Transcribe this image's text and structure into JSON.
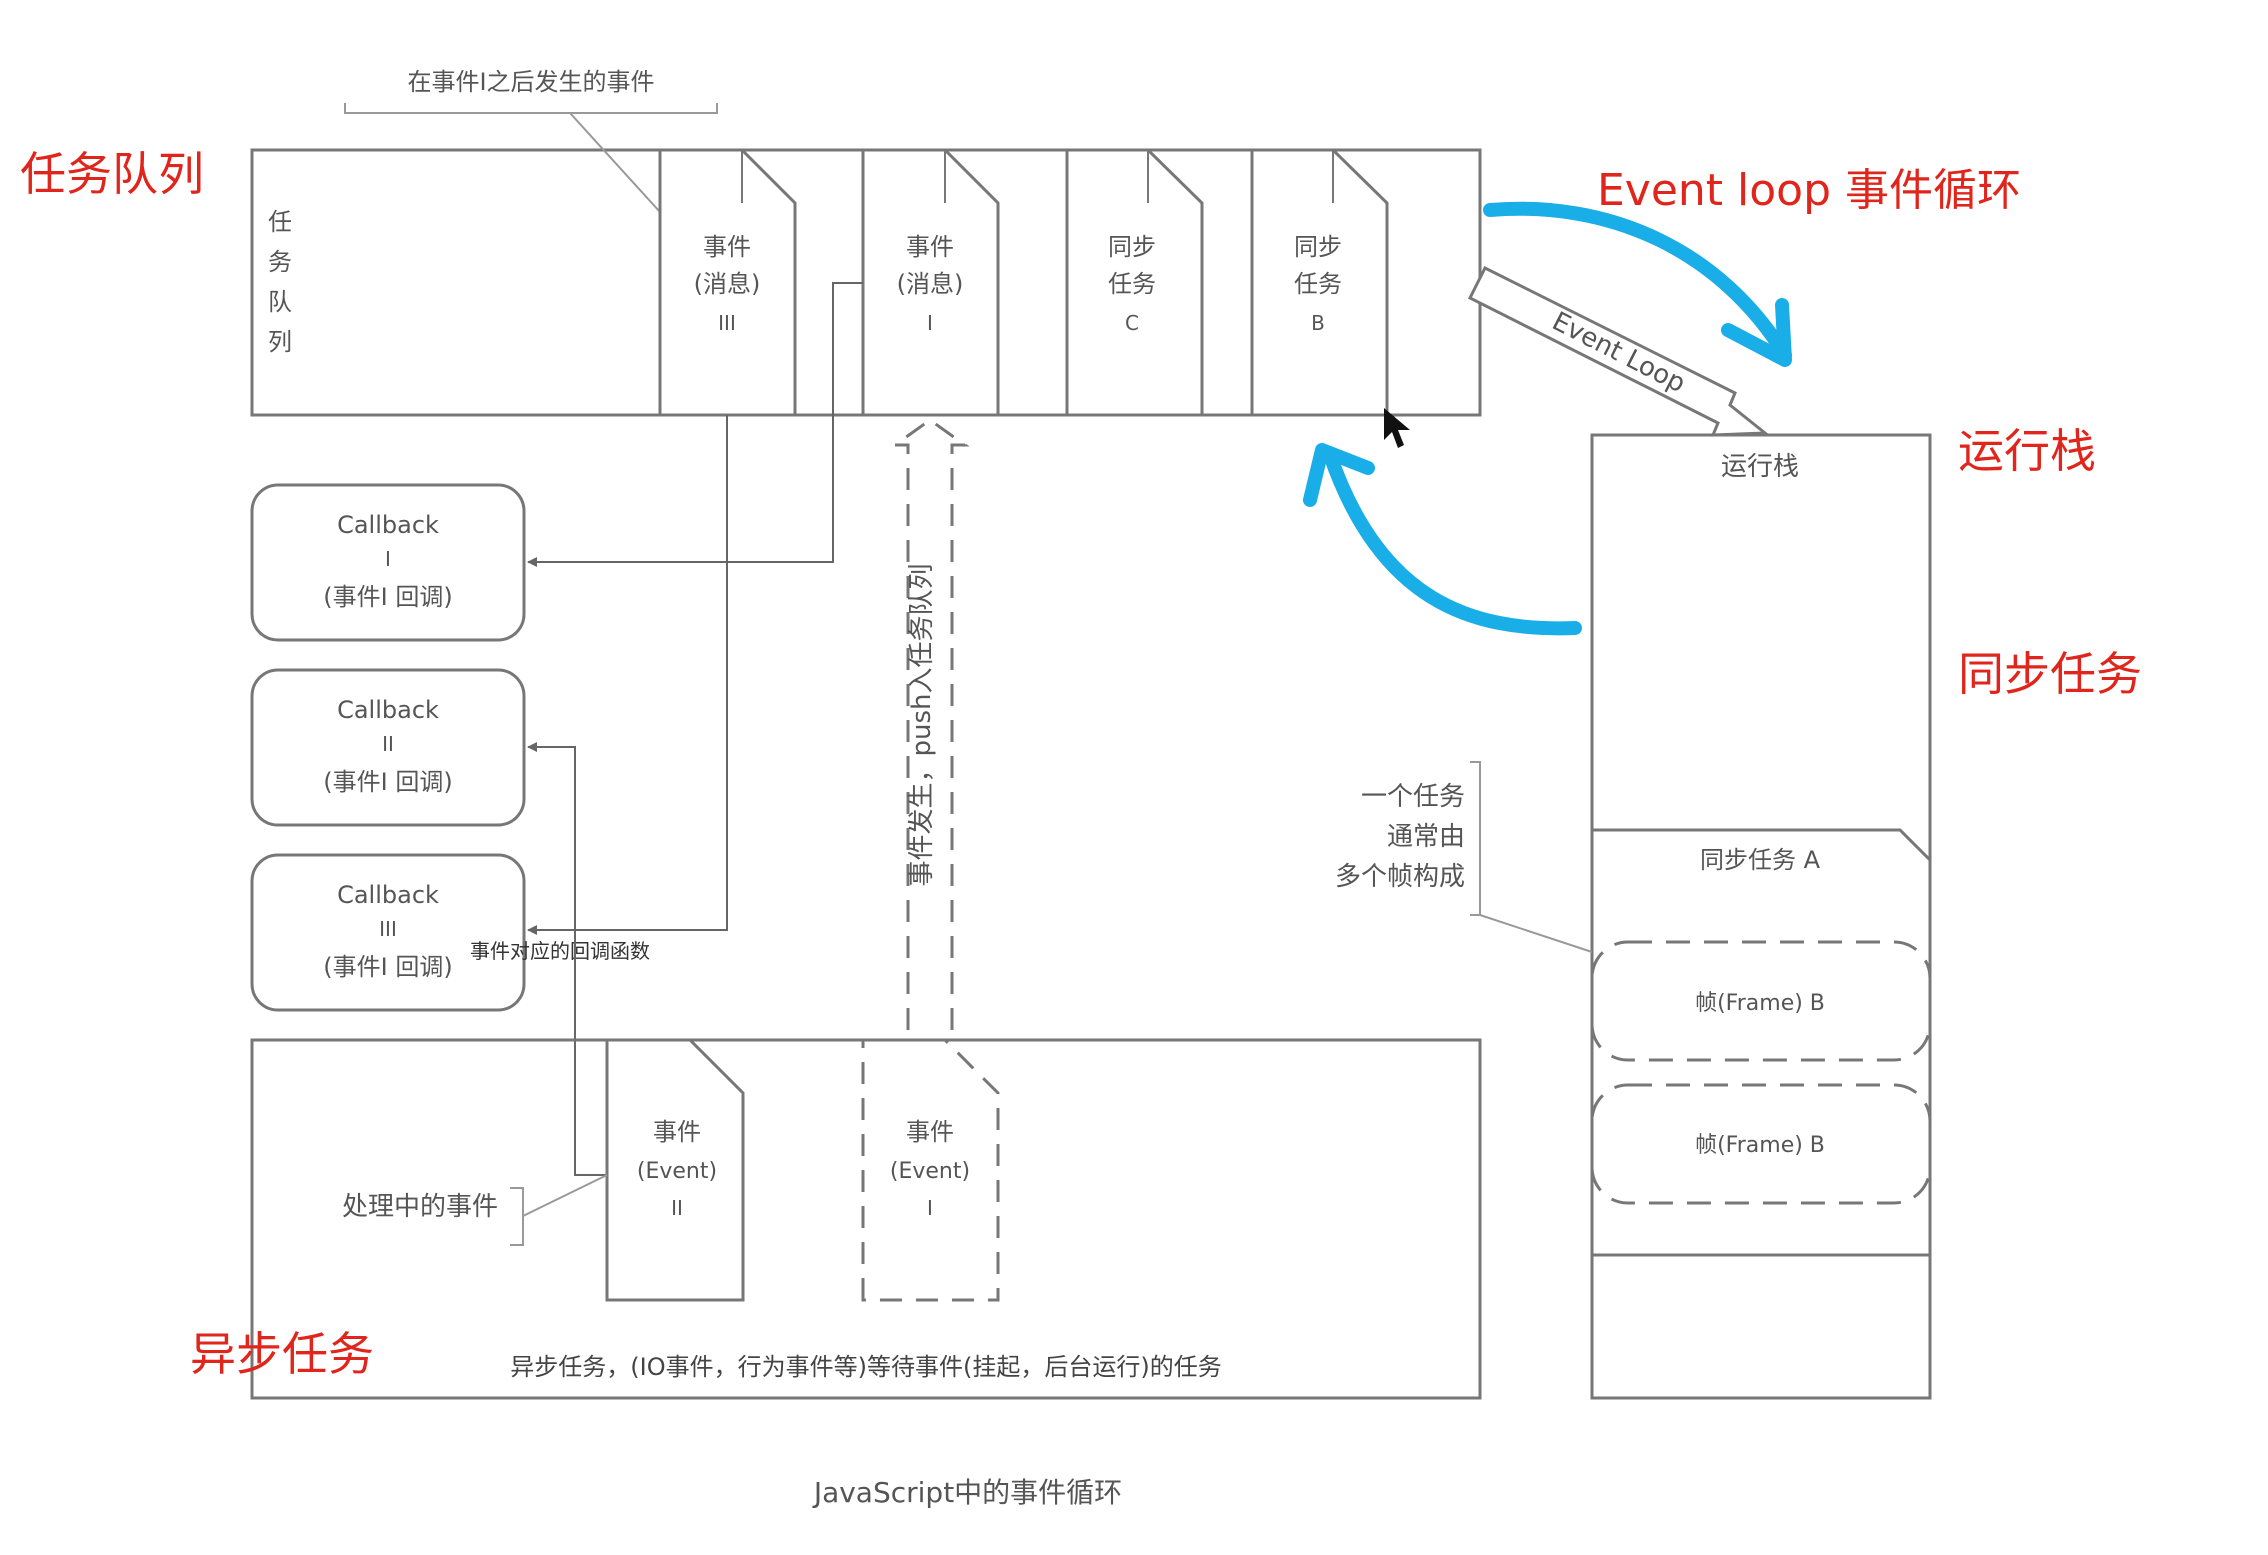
{
  "colors": {
    "annotation_red": "#e0261c",
    "loop_blue": "#1aaee8",
    "line_gray": "#777777",
    "text_gray": "#555555"
  },
  "annotations": {
    "task_queue": "任务队列",
    "event_loop": "Event loop 事件循环",
    "run_stack": "运行栈",
    "sync_tasks": "同步任务",
    "async_tasks": "异步任务"
  },
  "queue": {
    "vertical_label": [
      "任",
      "务",
      "队",
      "列"
    ],
    "after_event_note": "在事件I之后发生的事件",
    "cells": [
      {
        "lines": [
          "事件",
          "(消息)",
          "III"
        ]
      },
      {
        "lines": [
          "事件",
          "(消息)",
          "I"
        ]
      },
      {
        "lines": [
          "同步",
          "任务",
          "C"
        ]
      },
      {
        "lines": [
          "同步",
          "任务",
          "B"
        ]
      }
    ]
  },
  "event_loop_arrow_label": "Event Loop",
  "callbacks": [
    {
      "title": "Callback",
      "id": "I",
      "desc": "(事件I 回调)"
    },
    {
      "title": "Callback",
      "id": "II",
      "desc": "(事件I 回调)"
    },
    {
      "title": "Callback",
      "id": "III",
      "desc": "(事件I 回调)"
    }
  ],
  "callback_fn_note": "事件对应的回调函数",
  "push_note": "事件发生，push入任务队列",
  "stack": {
    "title": "运行栈",
    "task_note": [
      "一个任务",
      "通常由",
      "多个帧构成"
    ],
    "task_a": "同步任务 A",
    "frames": [
      "帧(Frame) B",
      "帧(Frame) B"
    ]
  },
  "async_area": {
    "processing_note": "处理中的事件",
    "events": [
      {
        "lines": [
          "事件",
          "(Event)",
          "II"
        ]
      },
      {
        "lines": [
          "事件",
          "(Event)",
          "I"
        ]
      }
    ],
    "caption": "异步任务，(IO事件，行为事件等)等待事件(挂起，后台运行)的任务"
  },
  "figure_caption": "JavaScript中的事件循环"
}
